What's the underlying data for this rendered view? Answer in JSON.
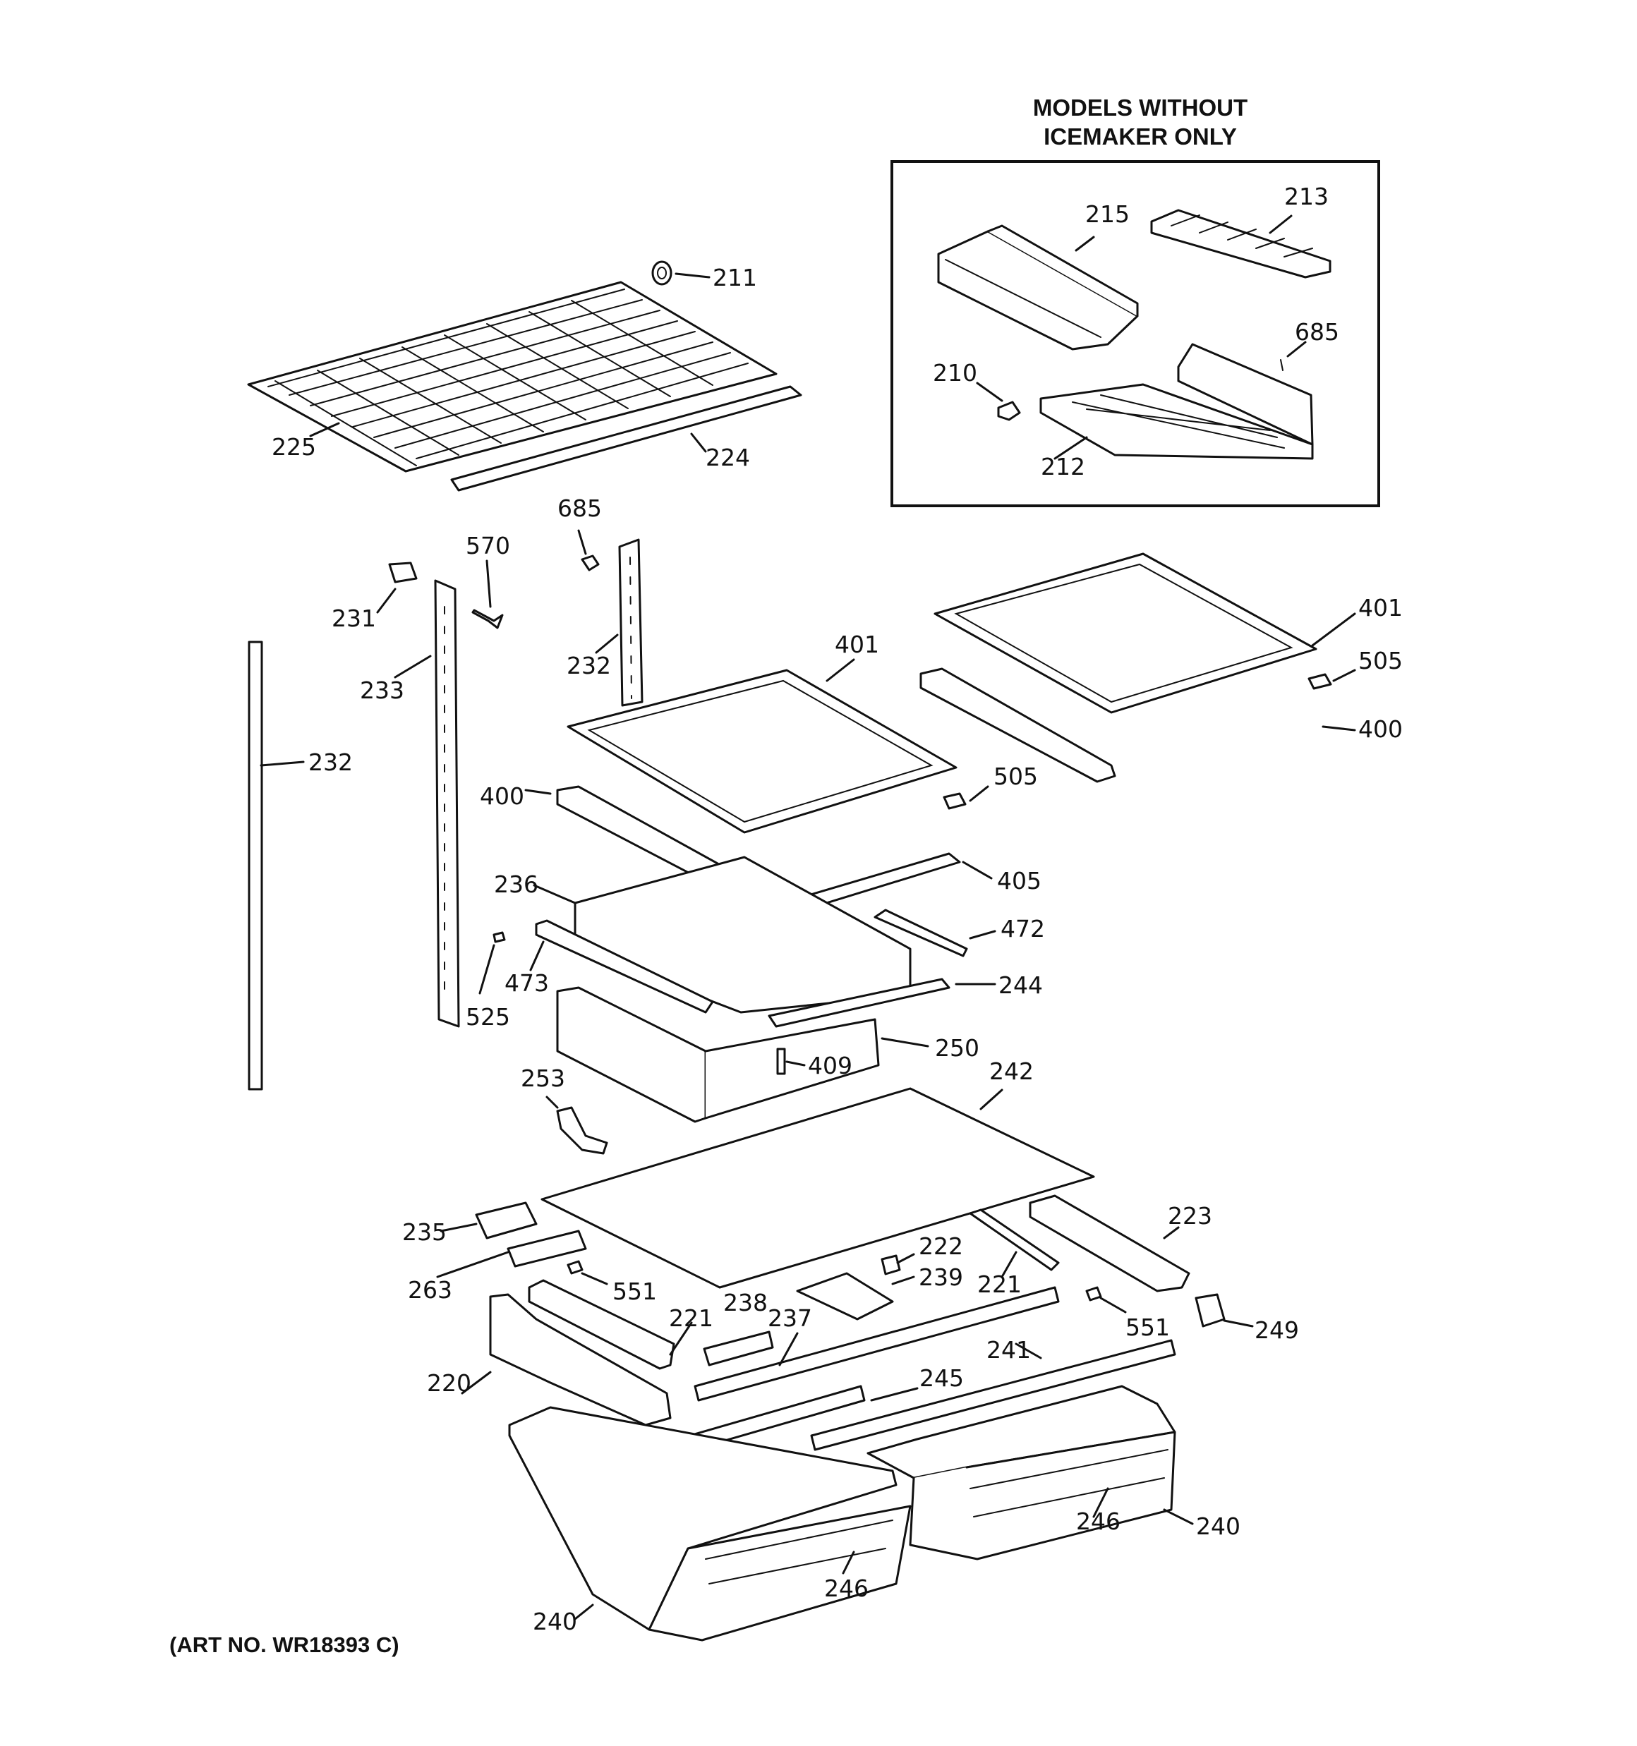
{
  "inset": {
    "title_line1": "MODELS WITHOUT",
    "title_line2": "ICEMAKER ONLY"
  },
  "art_number": "(ART NO. WR18393 C)",
  "callouts": {
    "c211": "211",
    "c225": "225",
    "c224": "224",
    "c215": "215",
    "c213": "213",
    "c685a": "685",
    "c210": "210",
    "c212": "212",
    "c685b": "685",
    "c570": "570",
    "c231": "231",
    "c233": "233",
    "c232a": "232",
    "c232b": "232",
    "c401a": "401",
    "c401b": "401",
    "c505a": "505",
    "c505b": "505",
    "c400a": "400",
    "c400b": "400",
    "c405": "405",
    "c236": "236",
    "c472": "472",
    "c473": "473",
    "c525": "525",
    "c244": "244",
    "c250": "250",
    "c409": "409",
    "c253": "253",
    "c242": "242",
    "c235": "235",
    "c263": "263",
    "c551a": "551",
    "c222": "222",
    "c239": "239",
    "c221a": "221",
    "c223": "223",
    "c551b": "551",
    "c249": "249",
    "c238": "238",
    "c237": "237",
    "c221b": "221",
    "c220": "220",
    "c245": "245",
    "c241": "241",
    "c246a": "246",
    "c246b": "246",
    "c240a": "240",
    "c240b": "240"
  }
}
